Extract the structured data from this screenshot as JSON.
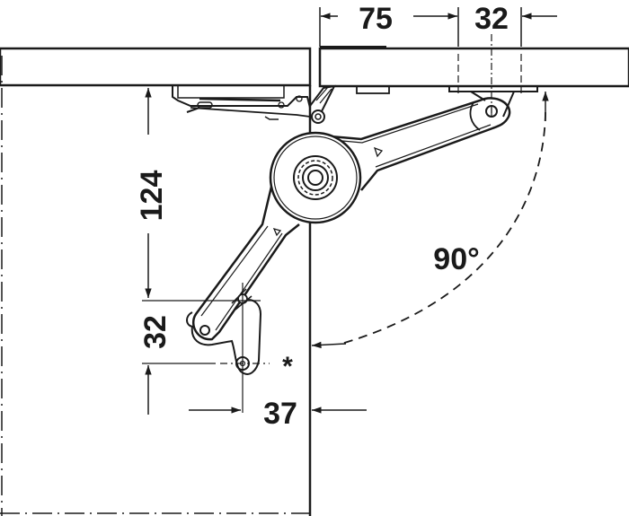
{
  "diagram": {
    "type": "technical-drawing",
    "subject": "lift-up flap stay mounting dimensions",
    "colors": {
      "line": "#1a1a1a",
      "background": "#ffffff"
    },
    "dimensions": {
      "top_left": {
        "label": "75"
      },
      "top_right": {
        "label": "32"
      },
      "vertical_main": {
        "label": "124"
      },
      "vertical_small": {
        "label": "32"
      },
      "horizontal_bottom": {
        "label": "37"
      },
      "angle": {
        "label": "90°"
      }
    },
    "marker": {
      "label": "*"
    }
  }
}
